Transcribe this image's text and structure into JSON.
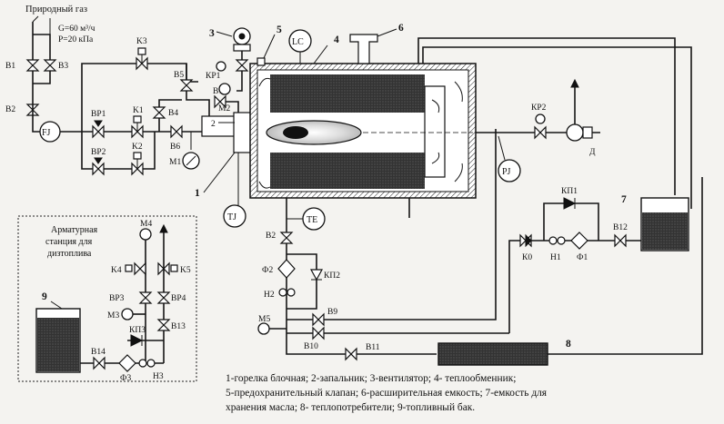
{
  "header": {
    "gas_title": "Природный газ",
    "flow_rate": "G=60 м³/ч",
    "pressure": "P=20 кПа"
  },
  "instruments": {
    "fj": "FJ",
    "lc": "LC",
    "tj": "TJ",
    "te": "TE",
    "pj": "PJ"
  },
  "numbers": {
    "n1": "1",
    "n2": "2",
    "n3": "3",
    "n4": "4",
    "n5": "5",
    "n6": "6",
    "n7": "7",
    "n8": "8",
    "n9": "9"
  },
  "valves": {
    "v1": "B1",
    "v2": "B2",
    "v3": "B3",
    "v4": "B4",
    "v5": "B5",
    "v6": "B6",
    "v7": "B7",
    "k1": "K1",
    "k2": "K2",
    "k3": "K3",
    "bp1": "BP1",
    "bp2": "BP2",
    "kp1": "КР1",
    "kp2": "КР2",
    "m1": "M1",
    "m2": "M2",
    "low_v2": "B2",
    "f2": "Ф2",
    "kp2_safety": "КП2",
    "n2": "Н2",
    "m5": "M5",
    "b9": "B9",
    "b10": "B10",
    "b11": "B11",
    "kp1_top": "КП1",
    "k0": "К0",
    "h1": "Н1",
    "f1": "Ф1",
    "b12": "B12",
    "d": "Д"
  },
  "station": {
    "title_line1": "Арматурная",
    "title_line2": "станция для",
    "title_line3": "дизтоплива",
    "m4": "M4",
    "k4": "K4",
    "k5": "K5",
    "bp3": "BP3",
    "bp4": "BP4",
    "m3": "M3",
    "kp3": "КП3",
    "b13": "B13",
    "b14": "B14",
    "f3": "Ф3",
    "h3": "Н3"
  },
  "legend": {
    "line1": "1-горелка блочная;  2-запальник;  3-вентилятор;  4- теплообменник;",
    "line2": "5-предохранительный клапан; 6-расширительная емкость;  7-емкость для",
    "line3": "хранения масла;  8- теплопотребители;  9-топливный бак."
  }
}
